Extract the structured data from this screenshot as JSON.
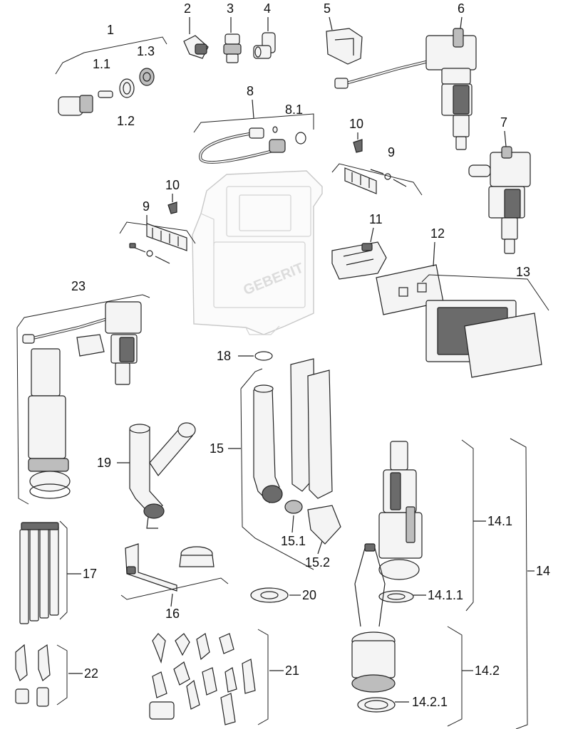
{
  "brand_mark": "GEBERIT",
  "labels": {
    "p1": "1",
    "p1_1": "1.1",
    "p1_2": "1.2",
    "p1_3": "1.3",
    "p2": "2",
    "p3": "3",
    "p4": "4",
    "p5": "5",
    "p6": "6",
    "p7": "7",
    "p8": "8",
    "p8_1": "8.1",
    "p9a": "9",
    "p10a": "10",
    "p9b": "9",
    "p10b": "10",
    "p11": "11",
    "p12": "12",
    "p13": "13",
    "p14": "14",
    "p14_1": "14.1",
    "p14_1_1": "14.1.1",
    "p14_2": "14.2",
    "p14_2_1": "14.2.1",
    "p15": "15",
    "p15_1": "15.1",
    "p15_2": "15.2",
    "p16": "16",
    "p17": "17",
    "p18": "18",
    "p19": "19",
    "p20": "20",
    "p21": "21",
    "p22": "22",
    "p23": "23"
  },
  "colors": {
    "ink": "#222222",
    "ghost": "#c8c8c8",
    "dark_part": "#6b6b6b",
    "mid_part": "#bdbdbd"
  }
}
